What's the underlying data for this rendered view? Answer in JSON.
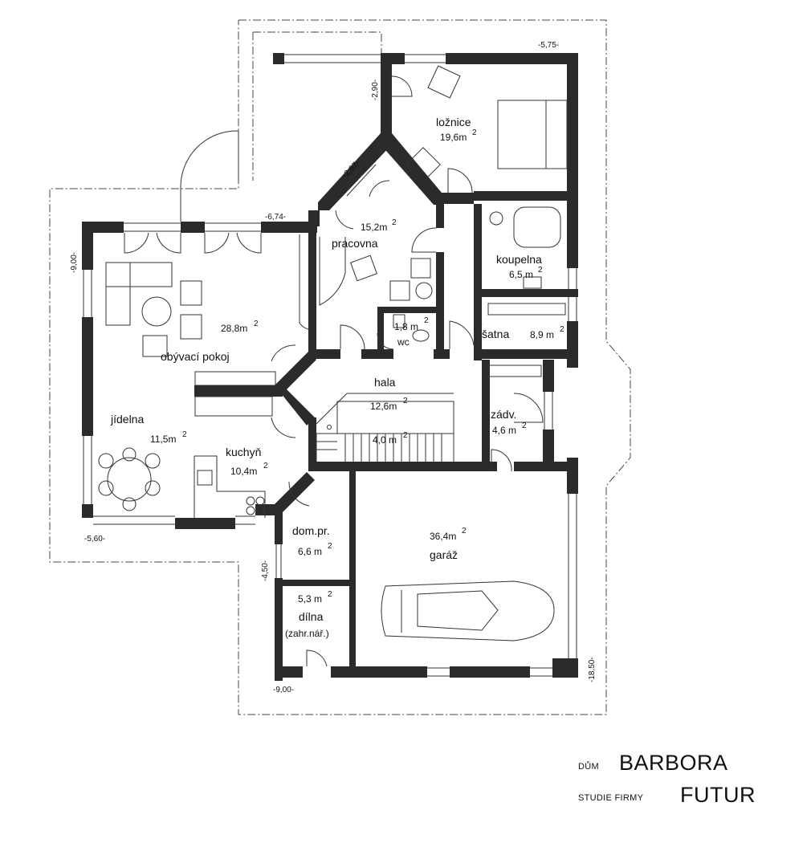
{
  "rooms": {
    "loznice": {
      "name": "ložnice",
      "area": "19,6m",
      "sup": "2"
    },
    "pracovna": {
      "name": "pracovna",
      "area": "15,2m",
      "sup": "2"
    },
    "koupelna": {
      "name": "koupelna",
      "area": "6,5 m",
      "sup": "2"
    },
    "obyvaci": {
      "name": "obývací pokoj",
      "area": "28,8m",
      "sup": "2"
    },
    "wc": {
      "name": "wc",
      "area": "1,8 m",
      "sup": "2"
    },
    "satna": {
      "name": "šatna",
      "area": "8,9 m",
      "sup": "2"
    },
    "hala": {
      "name": "hala",
      "area": "12,6m",
      "sup": "2"
    },
    "schody": {
      "area": "4,0 m",
      "sup": "2"
    },
    "zadv": {
      "name": "zádv.",
      "area": "4,6 m",
      "sup": "2"
    },
    "jidelna": {
      "name": "jídelna",
      "area": "11,5m",
      "sup": "2"
    },
    "kuchyn": {
      "name": "kuchyň",
      "area": "10,4m",
      "sup": "2"
    },
    "dompr": {
      "name": "dom.pr.",
      "area": "6,6 m",
      "sup": "2"
    },
    "garaz": {
      "name": "garáž",
      "area": "36,4m",
      "sup": "2"
    },
    "dilna": {
      "name": "dílna",
      "name2": "(zahr.nář.)",
      "area": "5,3 m",
      "sup": "2"
    }
  },
  "levels": {
    "l575": "-5,75-",
    "l290": "-2,90-",
    "l297": "-2,97-",
    "l674": "-6,74-",
    "l900a": "-9,00-",
    "l560": "-5,60-",
    "l450": "-4,50-",
    "l900b": "-9,00-",
    "l1850": "-18,50-"
  },
  "title": {
    "label1": "DŮM",
    "name": "BARBORA",
    "label2": "STUDIE FIRMY",
    "firm": "FUTUR"
  },
  "colors": {
    "wall": "#2b2b2b",
    "line": "#222222"
  }
}
